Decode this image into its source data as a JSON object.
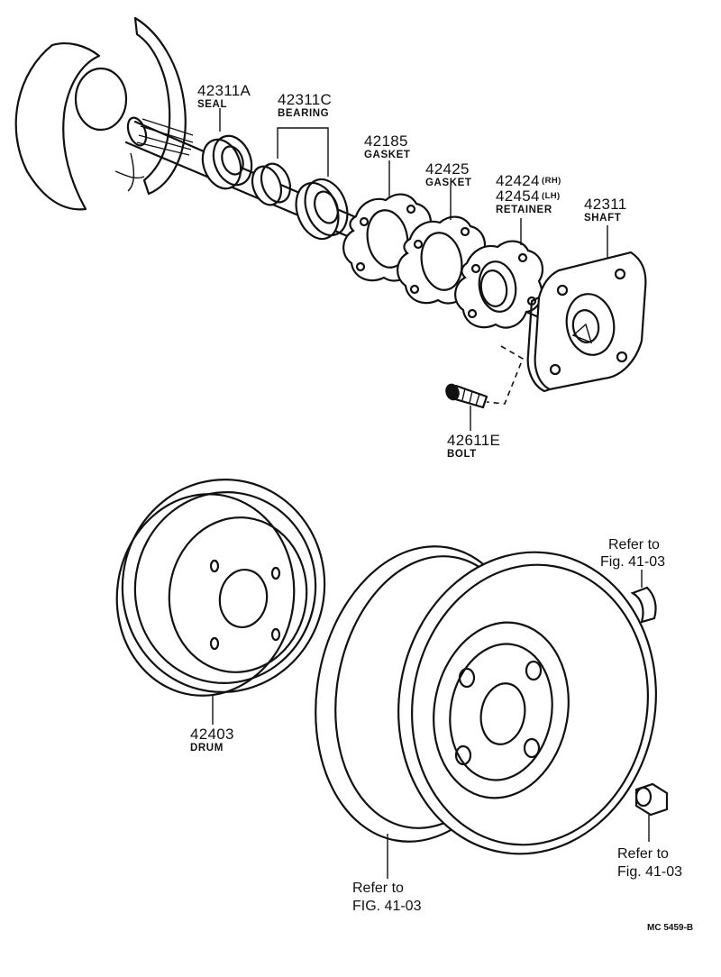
{
  "parts": {
    "seal": {
      "number": "42311A",
      "name": "SEAL"
    },
    "bearing": {
      "number": "42311C",
      "name": "BEARING"
    },
    "gasket_1": {
      "number": "42185",
      "name": "GASKET"
    },
    "gasket_2": {
      "number": "42425",
      "name": "GASKET"
    },
    "retainer": {
      "number_rh": "42424",
      "rh": "(RH)",
      "number_lh": "42454",
      "lh": "(LH)",
      "name": "RETAINER"
    },
    "shaft": {
      "number": "42311",
      "name": "SHAFT"
    },
    "bolt": {
      "number": "42611E",
      "name": "BOLT"
    },
    "drum": {
      "number": "42403",
      "name": "DRUM"
    }
  },
  "references": {
    "upper_right": {
      "line1": "Refer to",
      "line2": "Fig. 41-03"
    },
    "lower_right": {
      "line1": "Refer to",
      "line2": "Fig. 41-03"
    },
    "bottom": {
      "line1": "Refer to",
      "line2": "FIG. 41-03"
    }
  },
  "drawing_code": "MC  5459-B"
}
